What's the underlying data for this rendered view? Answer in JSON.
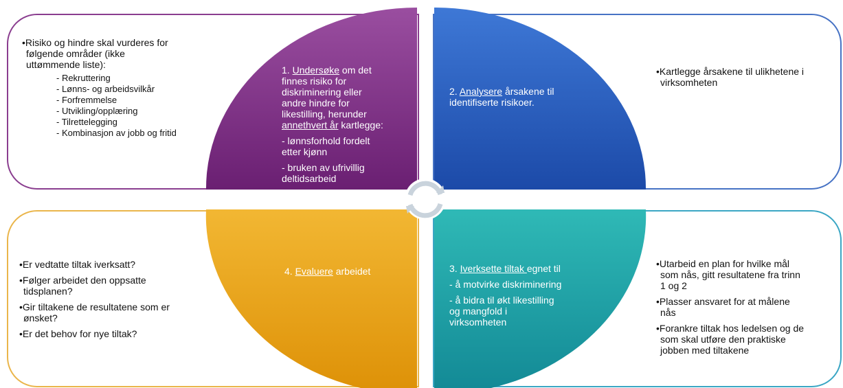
{
  "colors": {
    "purple": "#7a2f82",
    "blue": "#2a5fc1",
    "gold": "#e8a21a",
    "teal": "#1fa5a8",
    "center_ring": "#c9d3dc"
  },
  "icons": {
    "center": "circular-arrows-icon"
  },
  "quadrants": {
    "q1": {
      "step_prefix": "1. ",
      "step_link": "Undersøke",
      "line1": " om det",
      "line2": "finnes risiko for",
      "line3": "diskriminering eller",
      "line4": "andre hindre for",
      "line5": "likestilling, herunder",
      "link2": "annethvert år",
      "line6": " kartlegge:",
      "sub1a": "- lønnsforhold fordelt",
      "sub1b": "etter kjønn",
      "sub2a": "- bruken av ufrivillig",
      "sub2b": "deltidsarbeid"
    },
    "q2": {
      "step_prefix": "2. ",
      "step_link": "Analysere",
      "line1": " årsakene til",
      "line2": "identifiserte risikoer."
    },
    "q3": {
      "step_prefix": "3. ",
      "step_link": "Iverksette tiltak ",
      "line1": "egnet til",
      "sub1": "- å motvirke diskriminering",
      "sub2a": "- å bidra til økt likestilling",
      "sub2b": "og mangfold i",
      "sub2c": "virksomheten"
    },
    "q4": {
      "step_prefix": "4. ",
      "step_link": "Evaluere",
      "line1": " arbeidet"
    }
  },
  "panels": {
    "top_left": {
      "intro1": "•Risiko og hindre skal vurderes for",
      "intro2": "følgende områder (ikke",
      "intro3": "uttømmende liste):",
      "items": [
        "- Rekruttering",
        "- Lønns- og arbeidsvilkår",
        "- Forfremmelse",
        "- Utvikling/opplæring",
        "- Tilrettelegging",
        "- Kombinasjon av jobb og fritid"
      ]
    },
    "top_right": {
      "b1a": "•Kartlegge årsakene til ulikhetene i",
      "b1b": "virksomheten"
    },
    "bottom_left": {
      "b1": "•Er vedtatte tiltak iverksatt?",
      "b2a": "•Følger arbeidet den oppsatte",
      "b2b": "tidsplanen?",
      "b3a": "•Gir tiltakene de resultatene som er",
      "b3b": "ønsket?",
      "b4": "•Er det behov for nye tiltak?"
    },
    "bottom_right": {
      "b1a": "•Utarbeid en plan for hvilke mål",
      "b1b": "som nås, gitt resultatene fra trinn",
      "b1c": "1 og 2",
      "b2a": "•Plasser ansvaret for at målene",
      "b2b": "nås",
      "b3a": "•Forankre tiltak hos ledelsen og de",
      "b3b": "som skal utføre den praktiske",
      "b3c": "jobben med tiltakene"
    }
  }
}
